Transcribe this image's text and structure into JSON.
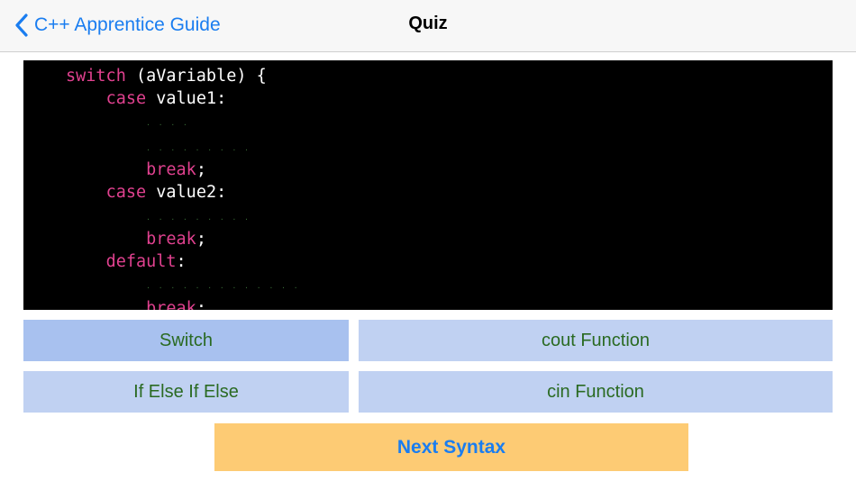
{
  "navbar": {
    "back_label": "C++ Apprentice Guide",
    "title": "Quiz"
  },
  "code": {
    "line1_kw": "switch",
    "line1_rest": " (aVariable) {",
    "line2_kw": "case",
    "line2_rest": " value1:",
    "line5_kw": "break",
    "line5_rest": ";",
    "line6_kw": "case",
    "line6_rest": " value2:",
    "line8_kw": "break",
    "line8_rest": ";",
    "line9_kw": "default",
    "line9_rest": ":",
    "line11_kw": "break",
    "line11_rest": ";"
  },
  "answers": {
    "a1": "Switch",
    "a2": "cout Function",
    "a3": "If Else If Else",
    "a4": "cin Function"
  },
  "next_label": "Next Syntax",
  "colors": {
    "accent": "#1a7df0",
    "keyword": "#e0418f",
    "answer_text": "#2a6a22",
    "answer_selected": "#a8c1ef",
    "answer_bg": "#c0d1f2",
    "next_bg": "#fdcb74"
  }
}
